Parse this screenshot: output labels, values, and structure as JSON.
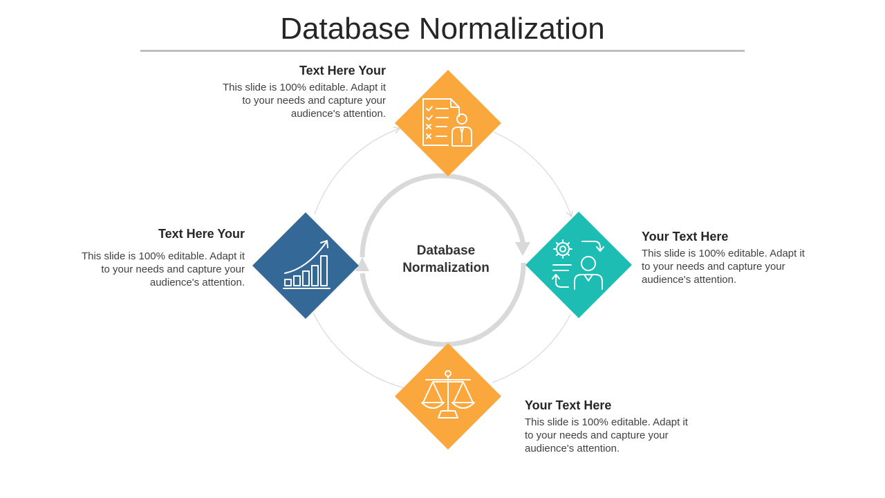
{
  "slide": {
    "title": "Database Normalization",
    "center_label": "Database Normalization"
  },
  "colors": {
    "orange": "#FAA73E",
    "teal": "#1EBDB4",
    "blue": "#346896",
    "ring": "#d9d9d9",
    "thin_arc": "#d9d9d9",
    "title_rule": "#bfbfbf"
  },
  "items": [
    {
      "position": "top",
      "color": "orange",
      "icon": "checklist-person-icon",
      "heading": "Text Here Your",
      "body": "This slide is 100% editable. Adapt it to your needs and capture your audience's attention."
    },
    {
      "position": "right",
      "color": "teal",
      "icon": "gear-person-process-icon",
      "heading": "Your Text Here",
      "body": "This slide is 100% editable. Adapt it to your needs and capture your audience's attention."
    },
    {
      "position": "bottom",
      "color": "orange",
      "icon": "balance-scale-icon",
      "heading": "Your Text Here",
      "body": "This slide is 100% editable. Adapt it to your needs and capture your audience's attention."
    },
    {
      "position": "left",
      "color": "blue",
      "icon": "growth-chart-icon",
      "heading": "Text Here Your",
      "body": "This slide is 100% editable. Adapt it to your needs and capture your audience's attention."
    }
  ]
}
